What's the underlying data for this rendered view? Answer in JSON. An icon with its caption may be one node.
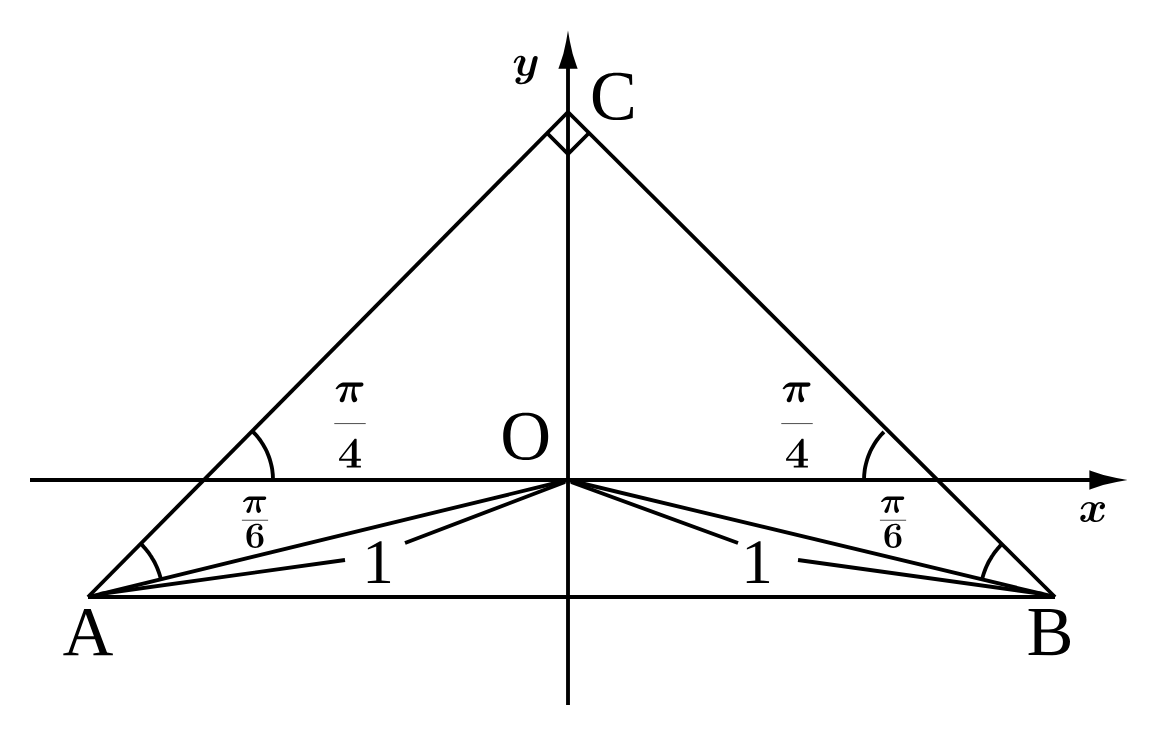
{
  "diagram": {
    "nodes": [
      {
        "text": [
          "C"
        ]
      },
      {
        "text": [
          "O"
        ]
      },
      {
        "text": [
          "A"
        ]
      },
      {
        "text": [
          "B"
        ]
      }
    ],
    "edges": [
      {
        "from": 2,
        "to": 0,
        "arrow": "none"
      },
      {
        "from": 0,
        "to": 3,
        "arrow": "none"
      },
      {
        "from": 2,
        "to": 1,
        "arrow": "none"
      },
      {
        "from": 1,
        "to": 3,
        "arrow": "none"
      },
      {
        "from": 2,
        "to": 3,
        "arrow": "none"
      }
    ],
    "labels": [
      "y",
      "\\frac{\\pi}{4}",
      "\\frac{\\pi}{4}",
      "x",
      "\\frac{\\pi}{6}",
      "\\frac{\\pi}{6}",
      "1",
      "1"
    ]
  }
}
